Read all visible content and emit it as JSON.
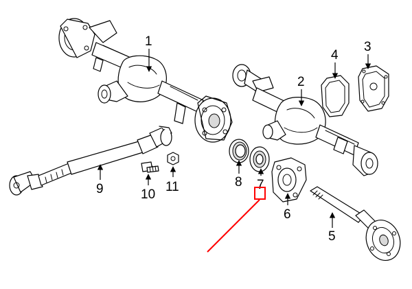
{
  "callouts": {
    "c1": "1",
    "c2": "2",
    "c3": "3",
    "c4": "4",
    "c5": "5",
    "c6": "6",
    "c7": "7",
    "c8": "8",
    "c9": "9",
    "c10": "10",
    "c11": "11"
  },
  "colors": {
    "line": "#000000",
    "highlight": "#ff0000",
    "background": "#ffffff"
  }
}
